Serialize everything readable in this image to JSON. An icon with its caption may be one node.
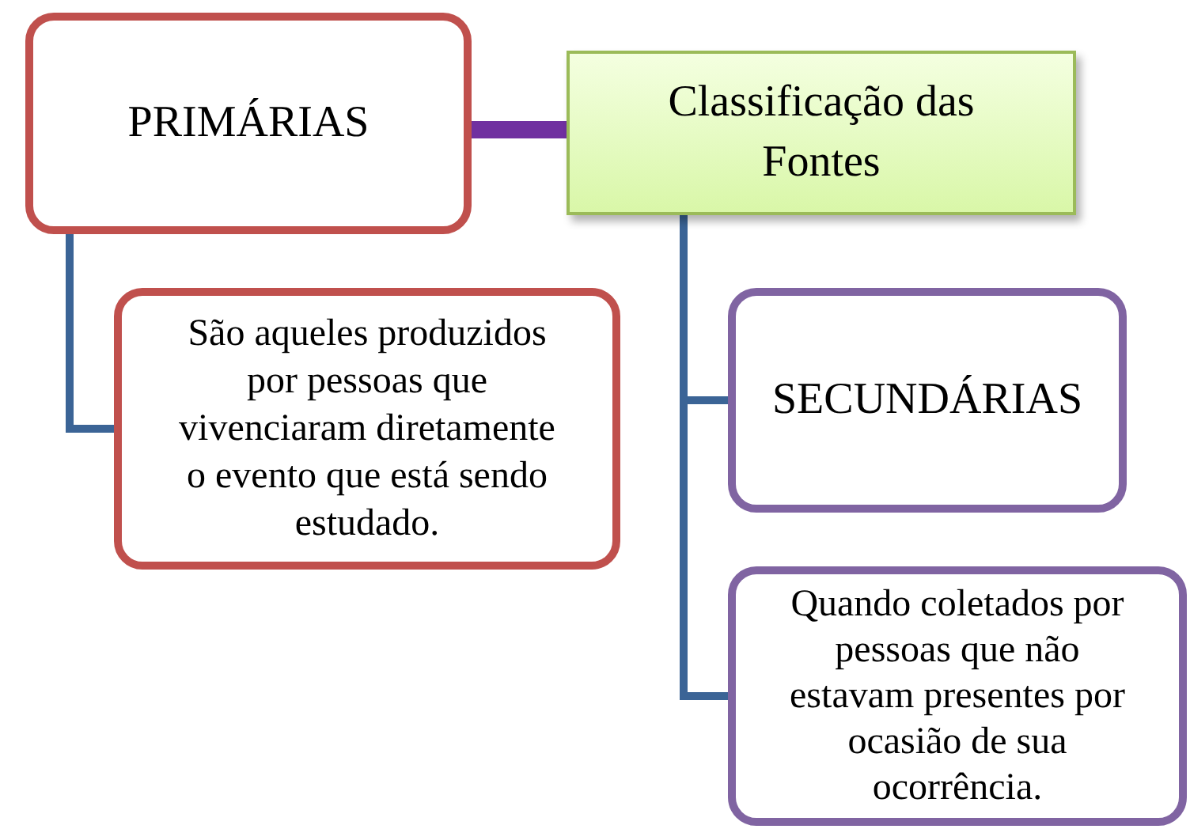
{
  "diagram": {
    "nodes": [
      {
        "text": [
          "PRIMÁRIAS"
        ]
      },
      {
        "text": [
          "Classificação das Fontes"
        ]
      },
      {
        "text": [
          "São aqueles produzidos por pessoas que vivenciaram diretamente o evento que está sendo estudado."
        ]
      },
      {
        "text": [
          "SECUNDÁRIAS"
        ]
      },
      {
        "text": [
          "Quando coletados por pessoas que não estavam presentes por ocasião de sua ocorrência."
        ]
      }
    ],
    "edges": [
      {
        "from": 0,
        "to": 1,
        "arrow": "none",
        "style": "thick",
        "color": "#7030a0"
      },
      {
        "from": 0,
        "to": 2,
        "arrow": "none"
      },
      {
        "from": 1,
        "to": 3,
        "arrow": "none"
      },
      {
        "from": 1,
        "to": 4,
        "arrow": "none"
      }
    ]
  }
}
